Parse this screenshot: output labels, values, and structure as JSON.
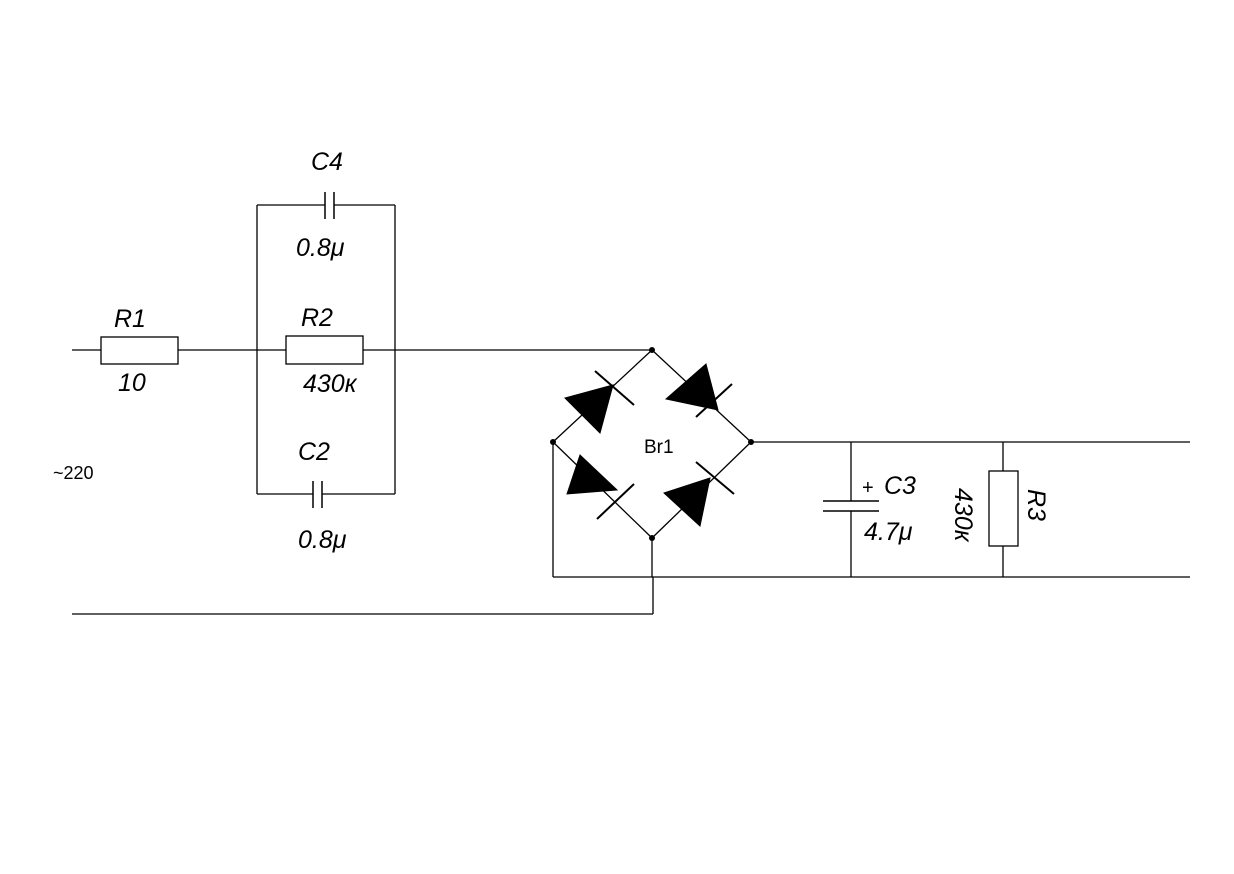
{
  "supply": {
    "label": "~220"
  },
  "components": {
    "r1": {
      "name": "R1",
      "value": "10"
    },
    "r2": {
      "name": "R2",
      "value": "430к"
    },
    "c4": {
      "name": "C4",
      "value": "0.8μ"
    },
    "c2": {
      "name": "C2",
      "value": "0.8μ"
    },
    "br1": {
      "name": "Br1"
    },
    "c3": {
      "name": "C3",
      "value": "4.7μ",
      "polarity": "+"
    },
    "r3": {
      "name": "R3",
      "value": "430к"
    }
  }
}
